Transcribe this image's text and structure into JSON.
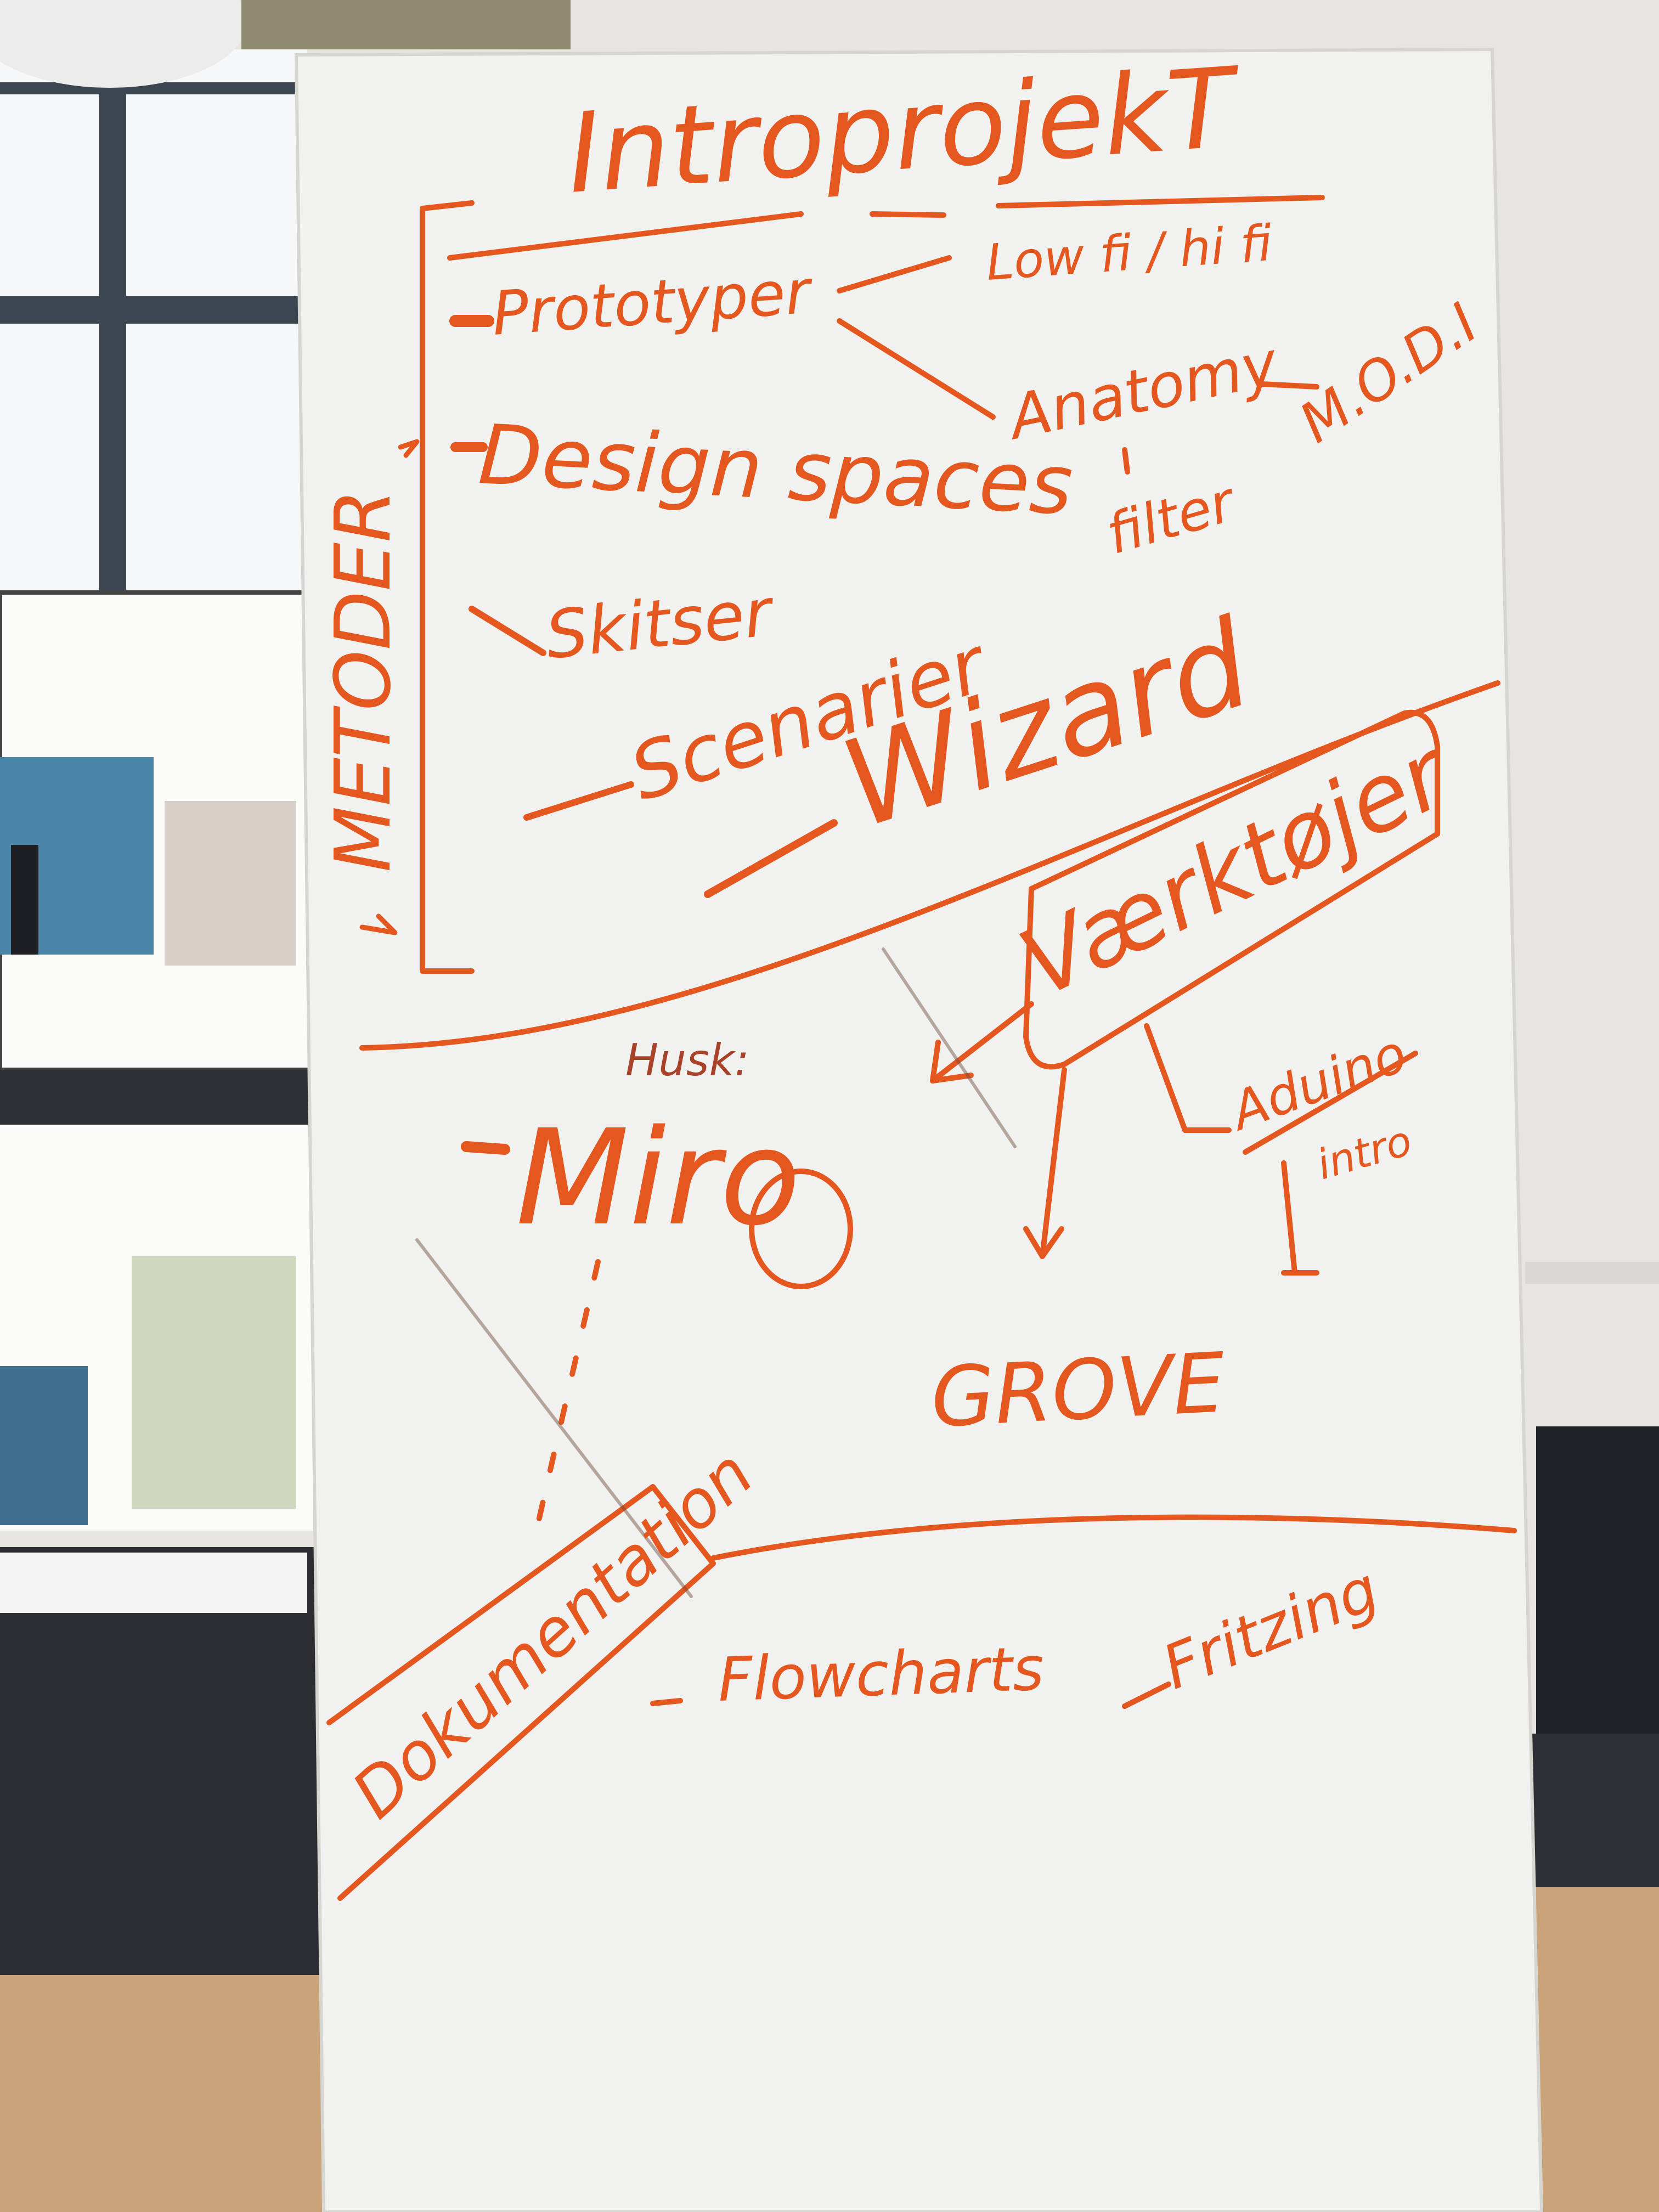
{
  "whiteboard": {
    "title": "IntroprojekT",
    "side_label": "METODER",
    "methods": [
      "Prototyper",
      "Design spaces",
      "Skitser",
      "Scenarier",
      "Wizard"
    ],
    "prototyper_branches": [
      "Low fi / hi fi",
      "Anatomy",
      "filter",
      "M.O.D.I"
    ],
    "tools_title": "Værktøjer",
    "tools": [
      "Miro",
      "GROVE",
      "Aduino",
      "intro"
    ],
    "reminder": "Husk:",
    "documentation_title": "Dokumentation",
    "documentation_items": [
      "Flowcharts",
      "Fritzing"
    ]
  },
  "colors": {
    "marker": "#e4571f",
    "board": "#f1f1ef",
    "wall": "#e8e7e2",
    "floor": "#c9a47a"
  }
}
